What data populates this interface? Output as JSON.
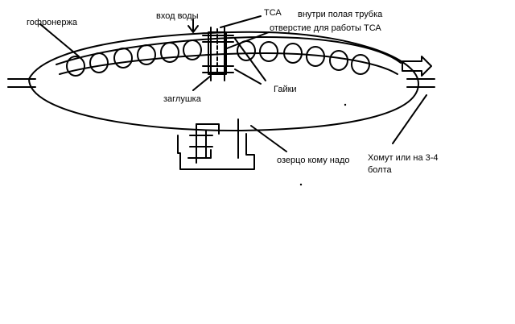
{
  "labels": {
    "gofroner": "гофронержа",
    "vhod_vody": "вход воды",
    "tsa": "ТСА",
    "vnutri": "внутри полая трубка",
    "otverstie": "отверстие для работы ТСА",
    "gaiki": "Гайки",
    "zaglushka": "заглушка",
    "ozertso": "озерцо кому надо",
    "homut_1": "Хомут или на 3-4",
    "homut_2": "болта"
  }
}
